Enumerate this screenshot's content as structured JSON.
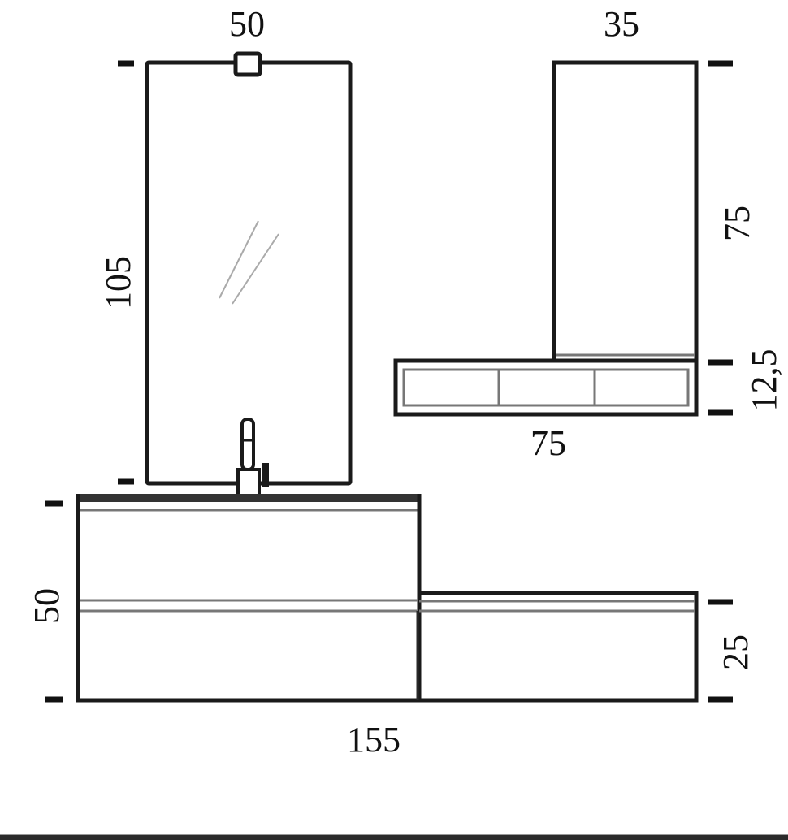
{
  "diagram": {
    "type": "technical-dimension-drawing",
    "subject": "bathroom furniture set",
    "units": "cm",
    "components": [
      {
        "name": "mirror",
        "width": "50",
        "height": "105"
      },
      {
        "name": "wall-column-cabinet",
        "width": "35",
        "height": "75"
      },
      {
        "name": "wall-shelf",
        "width": "75",
        "height": "12,5"
      },
      {
        "name": "base-vanity",
        "width": "155",
        "height": "50"
      },
      {
        "name": "low-side-unit",
        "height": "25"
      }
    ]
  },
  "labels": {
    "mirror_width": "50",
    "mirror_height": "105",
    "column_width": "35",
    "column_height": "75",
    "shelf_height": "12,5",
    "shelf_width": "75",
    "vanity_height": "50",
    "vanity_width": "155",
    "side_unit_height": "25"
  },
  "colors": {
    "line": "#1a1a1a",
    "secondary_line": "#777777",
    "background": "#ffffff"
  }
}
